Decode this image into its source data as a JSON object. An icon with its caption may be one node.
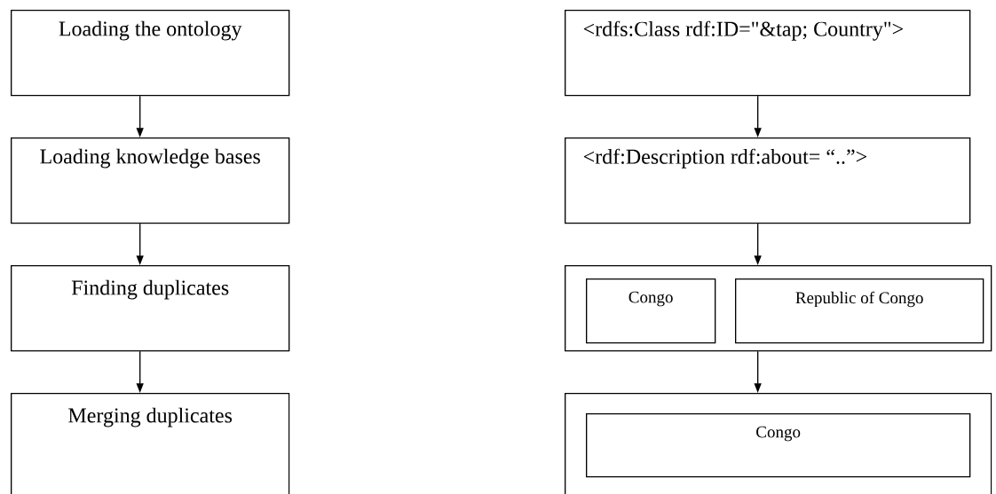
{
  "diagram": {
    "nodes": [
      {
        "text": [
          "Loading the ontology"
        ]
      },
      {
        "text": [
          "Loading knowledge bases"
        ]
      },
      {
        "text": [
          "Finding duplicates"
        ]
      },
      {
        "text": [
          "Merging duplicates"
        ]
      },
      {
        "text": [
          "<rdfs:Class rdf:ID=\"&tap; Country\">"
        ]
      },
      {
        "text": [
          "<rdf:Description rdf:about= “..”>"
        ]
      },
      {
        "text": [],
        "shape": "box"
      },
      {
        "text": [
          "Congo"
        ],
        "in": 6
      },
      {
        "text": [
          "Republic of Congo"
        ],
        "in": 6
      },
      {
        "text": [],
        "shape": "box"
      },
      {
        "text": [
          "Congo"
        ],
        "in": 9
      }
    ],
    "edges": [
      {
        "from": 0,
        "to": 1,
        "arrow": "to"
      },
      {
        "from": 1,
        "to": 2,
        "arrow": "to"
      },
      {
        "from": 2,
        "to": 3,
        "arrow": "to"
      },
      {
        "from": 4,
        "to": 5,
        "arrow": "to"
      },
      {
        "from": 5,
        "to": 6,
        "arrow": "to"
      },
      {
        "from": 6,
        "to": 9,
        "arrow": "to"
      }
    ]
  }
}
